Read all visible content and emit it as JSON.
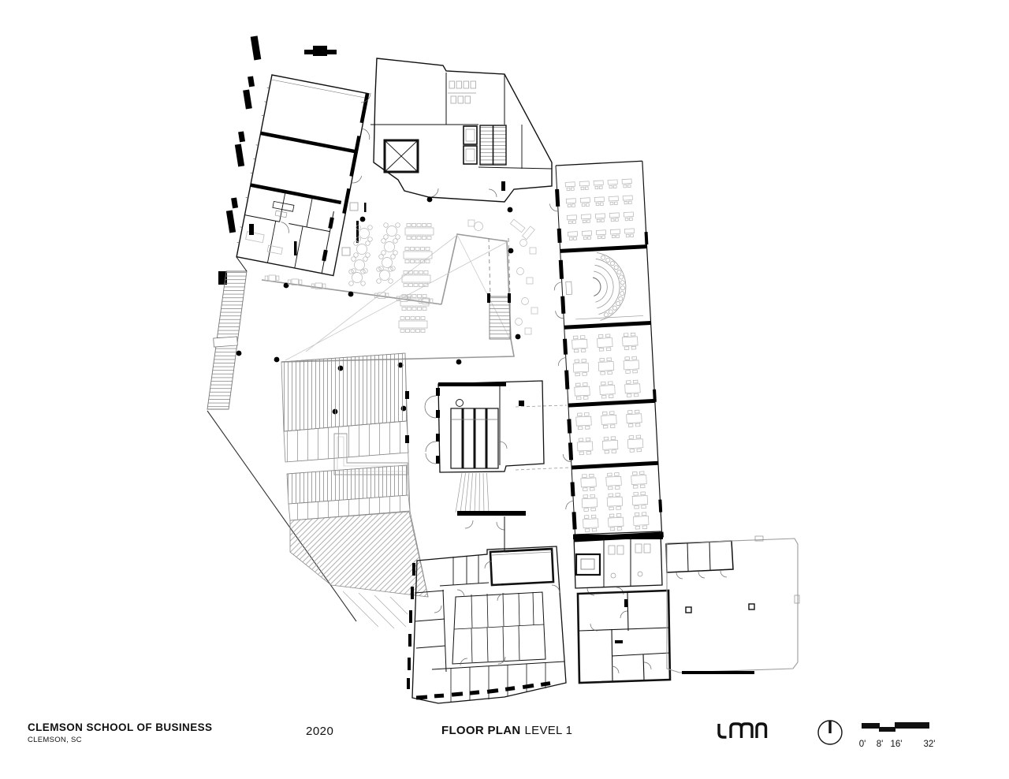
{
  "title_block": {
    "project_name": "CLEMSON SCHOOL OF BUSINESS",
    "project_location": "CLEMSON, SC",
    "year": "2020",
    "drawing_title": "FLOOR PLAN",
    "drawing_subtitle": "LEVEL 1",
    "firm_logo": "LMN"
  },
  "scale_bar": {
    "labels": [
      "0'",
      "8'",
      "16'",
      "32'"
    ]
  },
  "colors": {
    "background": "#ffffff",
    "ink": "#111111",
    "wall": "#000000",
    "floor_edge": "#9a9a9a",
    "furniture_line": "#b4b4b4"
  }
}
